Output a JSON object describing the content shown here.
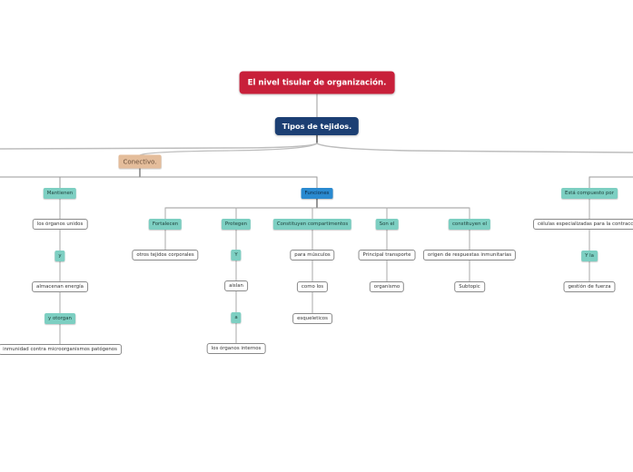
{
  "map": {
    "root": "El nivel tisular de organización.",
    "main_topic": "Tipos de tejidos.",
    "category": "Conectivo.",
    "mantienen": {
      "label": "Mantienen",
      "chain": [
        "los órganos unidos",
        "y",
        "almacenan energía",
        "y otorgan",
        "inmunidad contra microorganismos patógenos"
      ]
    },
    "funciones": {
      "label": "Funciones",
      "branches": [
        {
          "label": "Fortalecen",
          "chain": [
            "otros tejidos corporales"
          ]
        },
        {
          "label": "Protegen",
          "chain": [
            "Y",
            "aislan",
            "a",
            "los órganos internos"
          ]
        },
        {
          "label": "Constituyen compartimentos",
          "chain": [
            "para músculos",
            "como los",
            "esqueleticos"
          ]
        },
        {
          "label": "Son el",
          "chain": [
            "Principal transporte",
            "organismo"
          ]
        },
        {
          "label": "constituyen el",
          "chain": [
            "origen de respuestas inmunitarias",
            "Subtopic"
          ]
        }
      ]
    },
    "muscular": {
      "label": "Está compuesto por",
      "chain": [
        "células especializadas para la contracc",
        "Y la",
        "gestión de fuerza"
      ]
    }
  }
}
